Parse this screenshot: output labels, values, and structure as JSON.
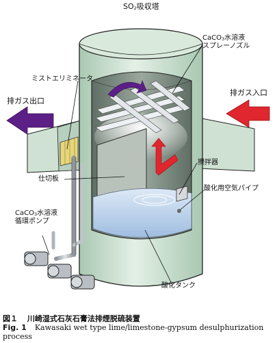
{
  "labels": {
    "tower_title": {
      "base": "SO",
      "sub": "2",
      "tail": "吸収塔"
    },
    "spray_nozzle": {
      "line1_a": "CaCO",
      "line1_sub": "3",
      "line1_b": "水溶液",
      "line2": "スプレーノズル"
    },
    "mist_eliminator": "ミストエリミネータ",
    "gas_outlet": "排ガス出口",
    "gas_inlet": "排ガス入口",
    "agitator": "攪拌器",
    "partition": "仕切板",
    "oxidation_air_pipe": "酸化用空気パイプ",
    "circulation_pump": {
      "line1_a": "CaCO",
      "line1_sub": "3",
      "line1_b": "水溶液",
      "line2": "循環ポンプ"
    },
    "oxidation_tank": "酸化タンク"
  },
  "caption": {
    "jp_number": "図１",
    "jp_text": "川崎湿式石灰石膏法排煙脱硫装置",
    "en_number": "Fig. 1",
    "en_text": "Kawasaki wet type lime/limestone-gypsum desulphurization process"
  },
  "colors": {
    "tower_body": "#d6e8da",
    "tower_shade": "#a9c8b2",
    "liquid": "#bcd3ec",
    "spray_pipe": "#e9ecef",
    "outlet_arrow": "#5b1f86",
    "inlet_arrow": "#e0262f"
  }
}
